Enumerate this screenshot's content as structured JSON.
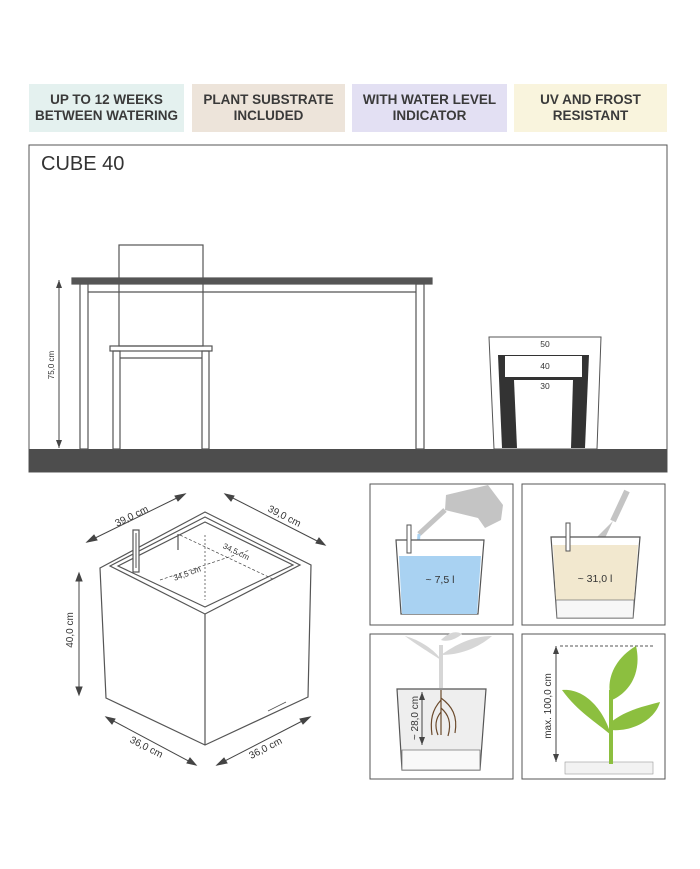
{
  "badges": [
    {
      "text": "UP TO 12 WEEKS\nBETWEEN WATERING",
      "color": "#e4f1ef"
    },
    {
      "text": "PLANT SUBSTRATE\nINCLUDED",
      "color": "#ede4da"
    },
    {
      "text": "WITH WATER LEVEL\nINDICATOR",
      "color": "#e3e0f3"
    },
    {
      "text": "UV AND FROST\nRESISTANT",
      "color": "#f9f4dd"
    }
  ],
  "scene": {
    "title": "CUBE 40",
    "height_label": "75,0 cm",
    "size_markers": [
      "50",
      "40",
      "30"
    ]
  },
  "dimensions": {
    "top_left": "39,0 cm",
    "top_right": "39,0 cm",
    "inner_left": "34,5 cm",
    "inner_right": "34,5 cm",
    "height": "40,0 cm",
    "bottom_left": "36,0 cm",
    "bottom_right": "36,0 cm"
  },
  "panels": {
    "water_volume": "~ 7,5 l",
    "substrate_volume": "~ 31,0 l",
    "root_depth": "~ 28,0 cm",
    "max_plant_height": "max. 100,0 cm"
  },
  "colors": {
    "water": "#a9d2f2",
    "substrate": "#f2e8cf",
    "leaf": "#8cbf3f",
    "floor": "#4d4d4d"
  }
}
